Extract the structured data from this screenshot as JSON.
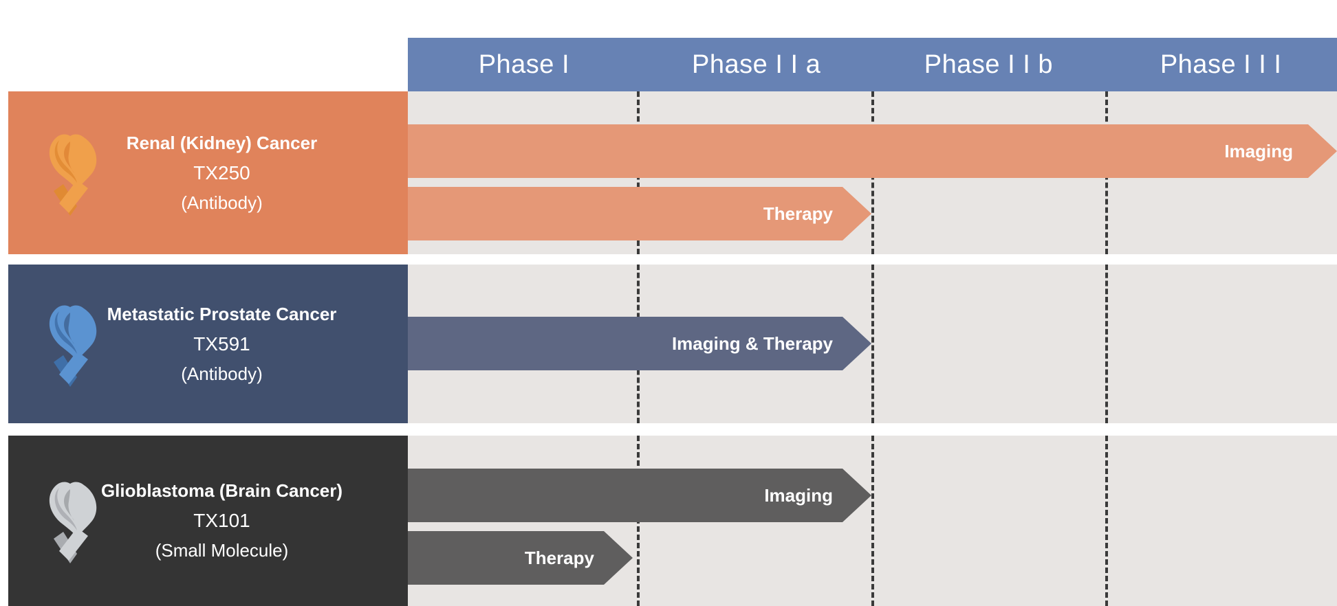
{
  "header": {
    "phases": [
      {
        "label": "Phase I"
      },
      {
        "label": "Phase I I a"
      },
      {
        "label": "Phase I I b"
      },
      {
        "label": "Phase I I I"
      }
    ],
    "bar_color": "#6782B4"
  },
  "grid": {
    "background": "#E8E5E3",
    "divider_color": "#3A3A3A",
    "divider_style": "dashed"
  },
  "rows": [
    {
      "id": "renal",
      "title": "Renal (Kidney) Cancer",
      "code": "TX250",
      "modality": "(Antibody)",
      "panel_color": "#E0835B",
      "arrow_color": "#E59877",
      "ribbon_color": "#F0A04B",
      "ribbon_name": "orange-awareness-ribbon",
      "arrows": [
        {
          "label": "Imaging",
          "start_phase": "Phase I",
          "end_phase": "beyond Phase III"
        },
        {
          "label": "Therapy",
          "start_phase": "Phase I",
          "end_phase": "end of Phase II a"
        }
      ]
    },
    {
      "id": "prostate",
      "title": "Metastatic Prostate Cancer",
      "code": "TX591",
      "modality": "(Antibody)",
      "panel_color": "#41506E",
      "arrow_color": "#5E6783",
      "ribbon_color": "#4B82C4",
      "ribbon_name": "blue-awareness-ribbon",
      "arrows": [
        {
          "label": "Imaging & Therapy",
          "start_phase": "Phase I",
          "end_phase": "end of Phase II a"
        }
      ]
    },
    {
      "id": "glioblastoma",
      "title": "Glioblastoma (Brain Cancer)",
      "code": "TX101",
      "modality": "(Small Molecule)",
      "panel_color": "#343434",
      "arrow_color": "#5F5E5E",
      "ribbon_color": "#C8CACC",
      "ribbon_name": "gray-awareness-ribbon",
      "arrows": [
        {
          "label": "Imaging",
          "start_phase": "Phase I",
          "end_phase": "end of Phase II a"
        },
        {
          "label": "Therapy",
          "start_phase": "Phase I",
          "end_phase": "end of Phase I"
        }
      ]
    }
  ]
}
